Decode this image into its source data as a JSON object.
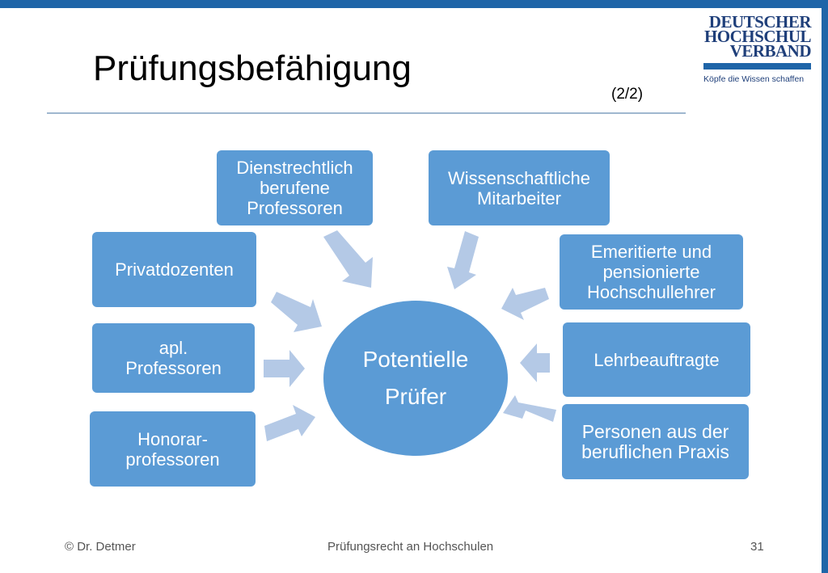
{
  "title": "Prüfungsbefähigung",
  "subtitle": "(2/2)",
  "logo": {
    "line1": "DEUTSCHER",
    "line2": "HOCHSCHUL",
    "line3": "VERBAND",
    "tagline": "Köpfe die Wissen schaffen"
  },
  "diagram": {
    "center": {
      "line1": "Potentielle",
      "line2": "Prüfer"
    },
    "nodes": [
      {
        "id": "dienstrecht",
        "label": "Dienstrechtlich\nberufene\nProfessoren"
      },
      {
        "id": "wissenschaftliche",
        "label": "Wissenschaftliche\nMitarbeiter"
      },
      {
        "id": "privatdozenten",
        "label": "Privatdozenten"
      },
      {
        "id": "emeritierte",
        "label": "Emeritierte und\npensionierte\nHochschullehrer"
      },
      {
        "id": "apl",
        "label": "apl.\nProfessoren"
      },
      {
        "id": "lehrbeauftragte",
        "label": "Lehrbeauftragte"
      },
      {
        "id": "honorar",
        "label": "Honorar-\nprofessoren"
      },
      {
        "id": "praxis",
        "label": "Personen aus der\nberuflichen Praxis"
      }
    ],
    "colors": {
      "box": "#5b9bd5",
      "arrow": "#b4c9e6",
      "text": "#ffffff"
    }
  },
  "footer": {
    "left": "© Dr. Detmer",
    "center": "Prüfungsrecht an Hochschulen",
    "page": "31"
  }
}
